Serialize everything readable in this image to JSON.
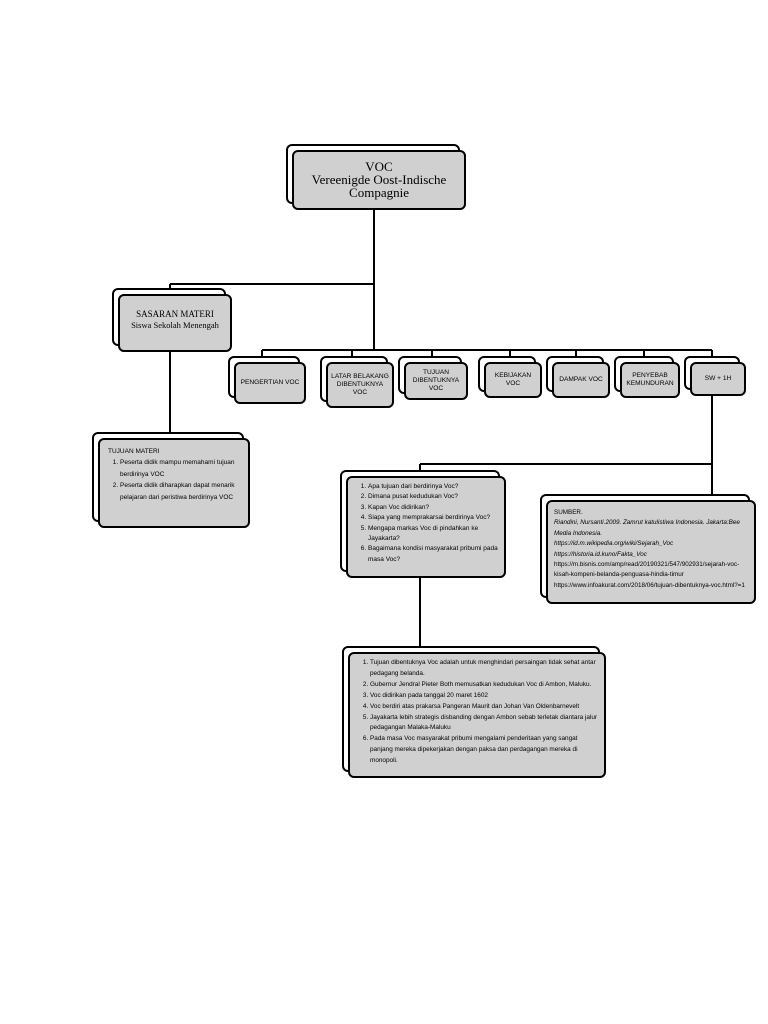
{
  "root": {
    "title": "VOC",
    "line1": "Vereenigde Oost-Indische",
    "line2": "Compagnie"
  },
  "sasaran": {
    "title": "SASARAN MATERI",
    "subtitle": "Siswa Sekolah Menengah"
  },
  "topics": [
    "PENGERTIAN VOC",
    "LATAR BELAKANG DIBENTUKNYA VOC",
    "TUJUAN DIBENTUKNYA VOC",
    "KEBIJAKAN VOC",
    "DAMPAK VOC",
    "PENYEBAB KEMUNDURAN",
    "SW  + 1H"
  ],
  "tujuan": {
    "title": "TUJUAN MATERI",
    "items": [
      "Peserta didik mampu memahami tujuan berdirinya VOC",
      "Peserta didik diharapkan dapat menarik pelajaran dari peristiwa berdirinya VOC"
    ]
  },
  "questions": [
    "Apa tujuan dari berdirinya Voc?",
    "Dimana pusat kedudukan Voc?",
    "Kapan Voc didirikan?",
    "Siapa  yang memprakarsai berdirinya Voc?",
    "Mengapa markas Voc di pindahkan ke Jayakarta?",
    "Bagaimana kondisi masyarakat pribumi pada masa Voc?"
  ],
  "answers": [
    "Tujuan dibentuknya Voc adalah untuk menghindari persaingan tidak sehat antar pedagang belanda.",
    "Gubernur Jendral Pieter Both memusatkan kedudukan Voc di Ambon, Maluku.",
    "Voc didirikan pada tanggal 20 maret 1602",
    "Voc berdiri atas prakarsa Pangeran Maurit dan Johan Van Oldenbarnevelt",
    "Jayakarta lebih strategis disbanding dengan Ambon sebab terletak diantara jalur pedagangan Malaka-Maluku",
    "Pada masa Voc masyarakat pribumi mengalami penderitaan yang sangat panjang mereka dipekerjakan dengan paksa dan perdagangan mereka di monopoli."
  ],
  "sumber": {
    "title": "SUMBER.",
    "citation": "Riandini,  Nursanti.2009. Zamrut katulistiwa Indonesia. Jakarta:Bee Media Indonesia.",
    "links": [
      "https://id.m.wikipedia.org/wiki/Sejarah_Voc",
      "https://historia.id.kuno/Fakta_Voc",
      "https://m.bisnis.com/amp/read/20190321/547/902931/sejarah-voc-kisah-kompeni-belanda-penguasa-hindia-timur",
      "https://www.infoakurat.com/2018/06/tujuan-dibentuknya-voc.html?=1"
    ]
  }
}
